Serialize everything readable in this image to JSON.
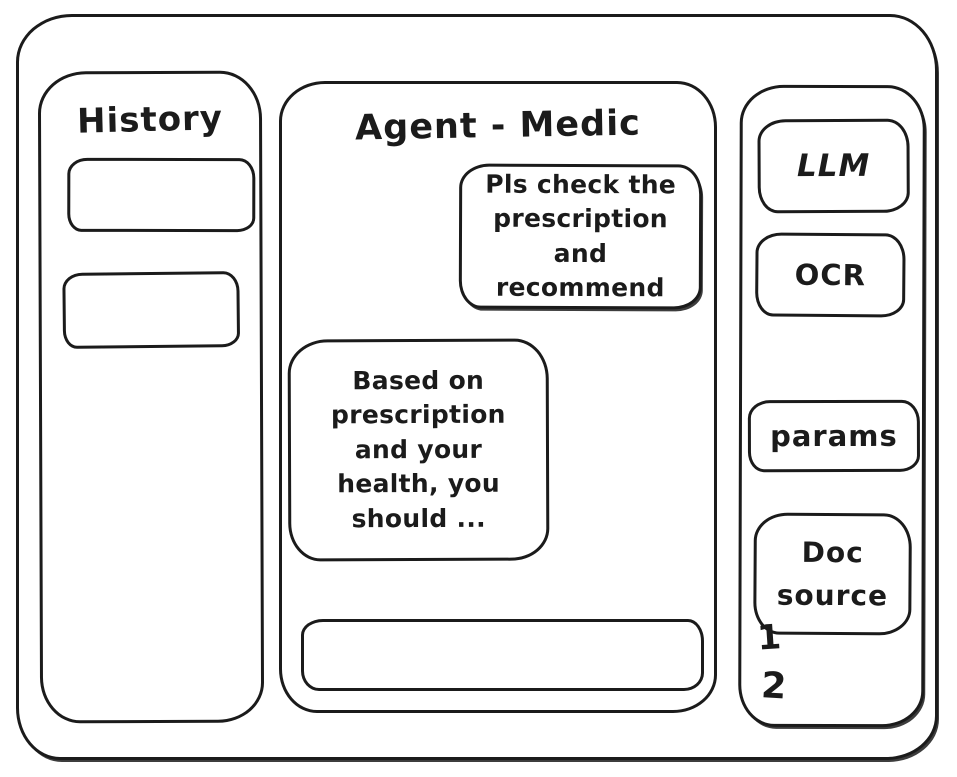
{
  "app": {
    "background": "#ffffff",
    "stroke": "#1b1b1b"
  },
  "history_panel": {
    "title": "History",
    "items": [
      {
        "label": ""
      },
      {
        "label": ""
      }
    ]
  },
  "chat_panel": {
    "title": "Agent - Medic",
    "messages": [
      {
        "role": "user",
        "text": "Pls check the prescription and recommend"
      },
      {
        "role": "assistant",
        "text": "Based on prescription and your health, you should ..."
      }
    ],
    "input": {
      "value": "",
      "placeholder": ""
    }
  },
  "tools_panel": {
    "buttons": [
      {
        "id": "llm",
        "label": "LLM"
      },
      {
        "id": "ocr",
        "label": "OCR"
      },
      {
        "id": "params",
        "label": "params"
      },
      {
        "id": "doc-source",
        "label": "Doc source"
      }
    ],
    "annotations": [
      "1",
      "2"
    ]
  }
}
